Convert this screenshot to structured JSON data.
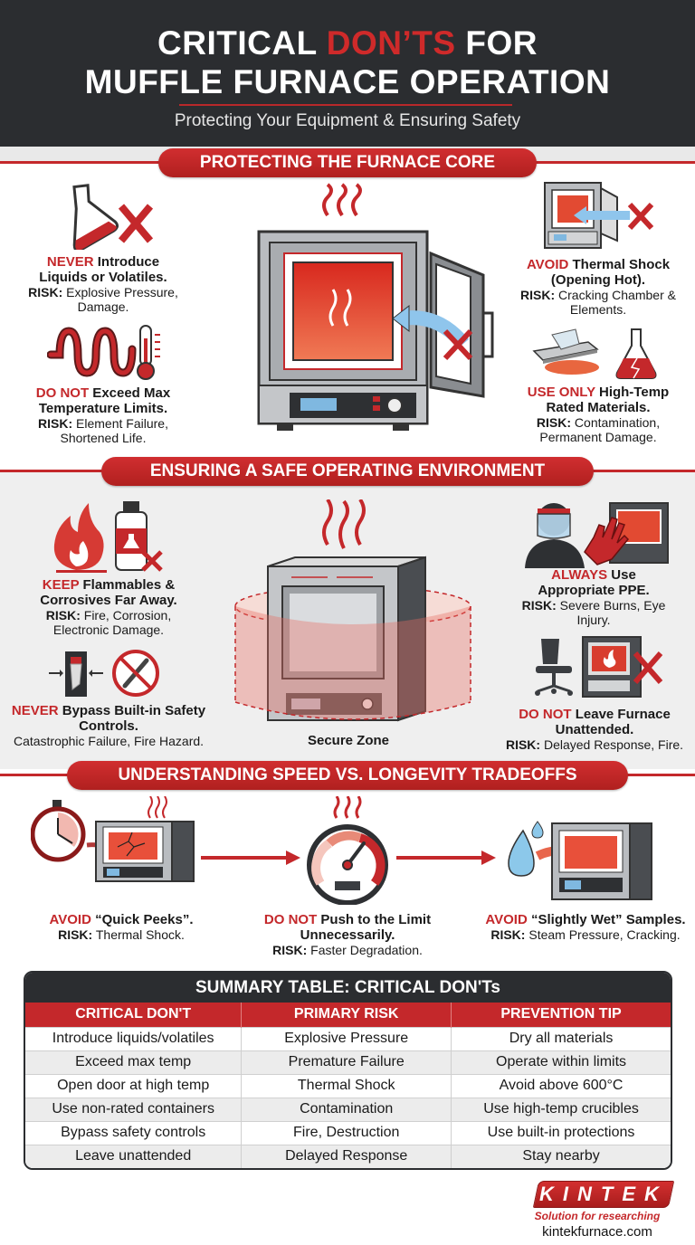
{
  "header": {
    "title_line1_pre": "CRITICAL ",
    "title_line1_accent": "DON’TS",
    "title_line1_post": " FOR",
    "title_line2": "MUFFLE FURNACE OPERATION",
    "subtitle": "Protecting Your Equipment & Ensuring Safety"
  },
  "colors": {
    "accent_red": "#c4282b",
    "dark": "#2b2d30",
    "band_gray": "#efefef"
  },
  "sections": [
    {
      "title": "PROTECTING THE FURNACE CORE",
      "items": [
        {
          "icon": "flask-with-x-icon",
          "keyword": "NEVER",
          "rest": " Introduce Liquids or Volatiles.",
          "risk_label": "RISK:",
          "risk": " Explosive Pressure, Damage."
        },
        {
          "icon": "heating-element-thermometer-icon",
          "keyword": "DO NOT",
          "rest": " Exceed Max Temperature Limits.",
          "risk_label": "RISK:",
          "risk": " Element Failure, Shortened Life."
        },
        {
          "icon": "furnace-open-door-icon",
          "keyword": "AVOID",
          "rest": " Thermal Shock (Opening Hot).",
          "risk_label": "RISK:",
          "risk": " Cracking Chamber & Elements."
        },
        {
          "icon": "spilled-glass-cracked-flask-icon",
          "keyword": "USE ONLY",
          "rest": " High-Temp Rated Materials.",
          "risk_label": "RISK:",
          "risk": " Contamination, Permanent Damage."
        }
      ]
    },
    {
      "title": "ENSURING A SAFE OPERATING ENVIRONMENT",
      "center_label": "Secure Zone",
      "items": [
        {
          "icon": "flame-chemical-bottle-icon",
          "keyword": "KEEP",
          "rest": " Flammables & Corrosives Far Away.",
          "risk_label": "RISK:",
          "risk": " Fire, Corrosion, Electronic Damage."
        },
        {
          "icon": "safety-switch-no-wrench-icon",
          "keyword": "NEVER",
          "rest": " Bypass Built-in Safety Controls.",
          "risk_label": "",
          "risk": "Catastrophic Failure, Fire Hazard."
        },
        {
          "icon": "face-shield-glove-icon",
          "keyword": "ALWAYS",
          "rest": " Use Appropriate PPE.",
          "risk_label": "RISK:",
          "risk": " Severe Burns, Eye Injury."
        },
        {
          "icon": "empty-chair-furnace-icon",
          "keyword": "DO NOT",
          "rest": " Leave Furnace Unattended.",
          "risk_label": "RISK:",
          "risk": " Delayed Response, Fire."
        }
      ]
    },
    {
      "title": "UNDERSTANDING SPEED VS. LONGEVITY TRADEOFFS",
      "items": [
        {
          "icon": "stopwatch-cracked-furnace-icon",
          "keyword": "AVOID",
          "rest": " “Quick Peeks”.",
          "risk_label": "RISK:",
          "risk": " Thermal Shock."
        },
        {
          "icon": "speedometer-gauge-icon",
          "keyword": "DO NOT",
          "rest": " Push to the Limit Unnecessarily.",
          "risk_label": "RISK:",
          "risk": " Faster Degradation."
        },
        {
          "icon": "water-drop-furnace-icon",
          "keyword": "AVOID",
          "rest": " “Slightly Wet” Samples.",
          "risk_label": "RISK:",
          "risk": " Steam Pressure, Cracking."
        }
      ]
    }
  ],
  "summary_table": {
    "title": "SUMMARY TABLE: CRITICAL DON'Ts",
    "columns": [
      "CRITICAL DON'T",
      "PRIMARY RISK",
      "PREVENTION TIP"
    ],
    "rows": [
      [
        "Introduce liquids/volatiles",
        "Explosive Pressure",
        "Dry all materials"
      ],
      [
        "Exceed max temp",
        "Premature Failure",
        "Operate within limits"
      ],
      [
        "Open door at high temp",
        "Thermal Shock",
        "Avoid above 600°C"
      ],
      [
        "Use non-rated containers",
        "Contamination",
        "Use high-temp crucibles"
      ],
      [
        "Bypass safety controls",
        "Fire, Destruction",
        "Use built-in protections"
      ],
      [
        "Leave unattended",
        "Delayed Response",
        "Stay nearby"
      ]
    ]
  },
  "footer": {
    "logo": "KINTEK",
    "tagline": "Solution for researching",
    "url": "kintekfurnace.com"
  }
}
